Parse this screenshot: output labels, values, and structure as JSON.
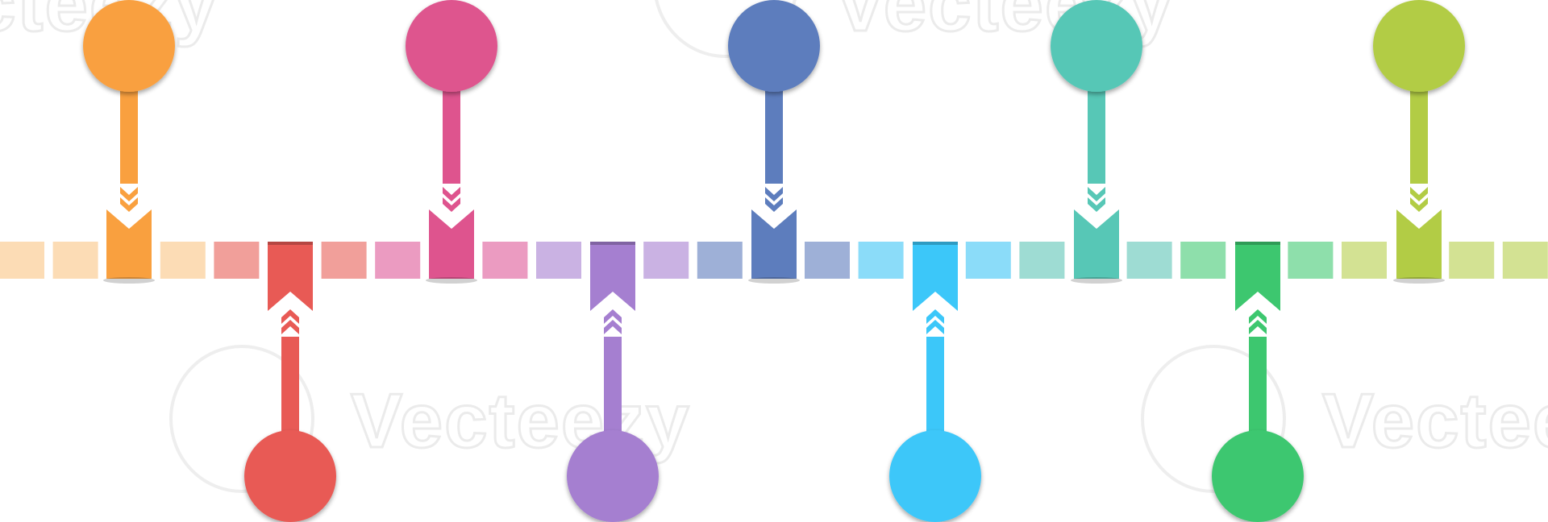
{
  "watermark": {
    "text": "Vecteezy",
    "color": "#e6e6e6"
  },
  "timeline": {
    "band_color_default": "#f4f4f4",
    "milestones": [
      {
        "position": "top",
        "color": "#f9a03f",
        "light": "#fcdcb5"
      },
      {
        "position": "bottom",
        "color": "#e85a55",
        "light": "#f19f9a"
      },
      {
        "position": "top",
        "color": "#de548e",
        "light": "#eb9bc1"
      },
      {
        "position": "bottom",
        "color": "#a57fd0",
        "light": "#cab2e3"
      },
      {
        "position": "top",
        "color": "#5d7dbd",
        "light": "#9eb0d7"
      },
      {
        "position": "bottom",
        "color": "#3cc7f9",
        "light": "#8bdcf9"
      },
      {
        "position": "top",
        "color": "#57c7b6",
        "light": "#9edcd3"
      },
      {
        "position": "bottom",
        "color": "#3dc76f",
        "light": "#8edfab"
      },
      {
        "position": "top",
        "color": "#b2cc45",
        "light": "#d3e293"
      }
    ]
  }
}
